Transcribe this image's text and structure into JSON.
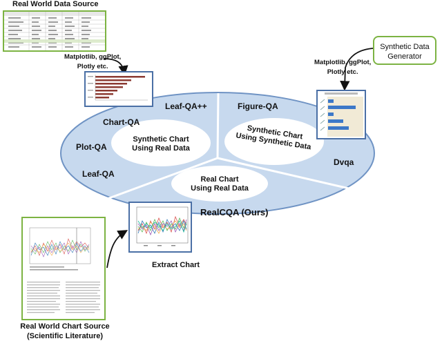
{
  "sources": {
    "real_data_title": "Real World Data Source",
    "real_chart_title_line1": "Real World Chart Source",
    "real_chart_title_line2": "(Scientific Literature)"
  },
  "generator": {
    "label_line1": "Synthetic Data",
    "label_line2": "Generator"
  },
  "tools_top": {
    "line1": "Matplotlib, ggPlot,",
    "line2": "Plotly etc."
  },
  "tools_right": {
    "line1": "Matplotlib, ggPlot,",
    "line2": "Plotly etc."
  },
  "extract_label": "Extract Chart",
  "ellipse": {
    "left_inner_line1": "Synthetic Chart",
    "left_inner_line2": "Using Real Data",
    "right_inner_line1": "Synthetic Chart",
    "right_inner_line2": "Using Synthetic Data",
    "bottom_inner_line1": "Real Chart",
    "bottom_inner_line2": "Using Real Data",
    "datasets_left": [
      "Leaf-QA++",
      "Chart-QA",
      "Plot-QA",
      "Leaf-QA"
    ],
    "datasets_right": [
      "Figure-QA",
      "Dvqa"
    ],
    "ours": "RealCQA (Ours)"
  },
  "colors": {
    "ellipse_fill": "#c7d9ee",
    "ellipse_stroke": "#6f93c4",
    "source_border": "#7cb342",
    "thumb_border": "#4a6fa5",
    "hbar_color": "#8b3a32",
    "synthetic_bar_color": "#3c78c8",
    "synthetic_bg": "#f1ead6"
  },
  "icons": {
    "arrow_top": "curved-arrow-icon",
    "arrow_right": "curved-arrow-icon",
    "arrow_bottom": "curved-arrow-icon"
  }
}
